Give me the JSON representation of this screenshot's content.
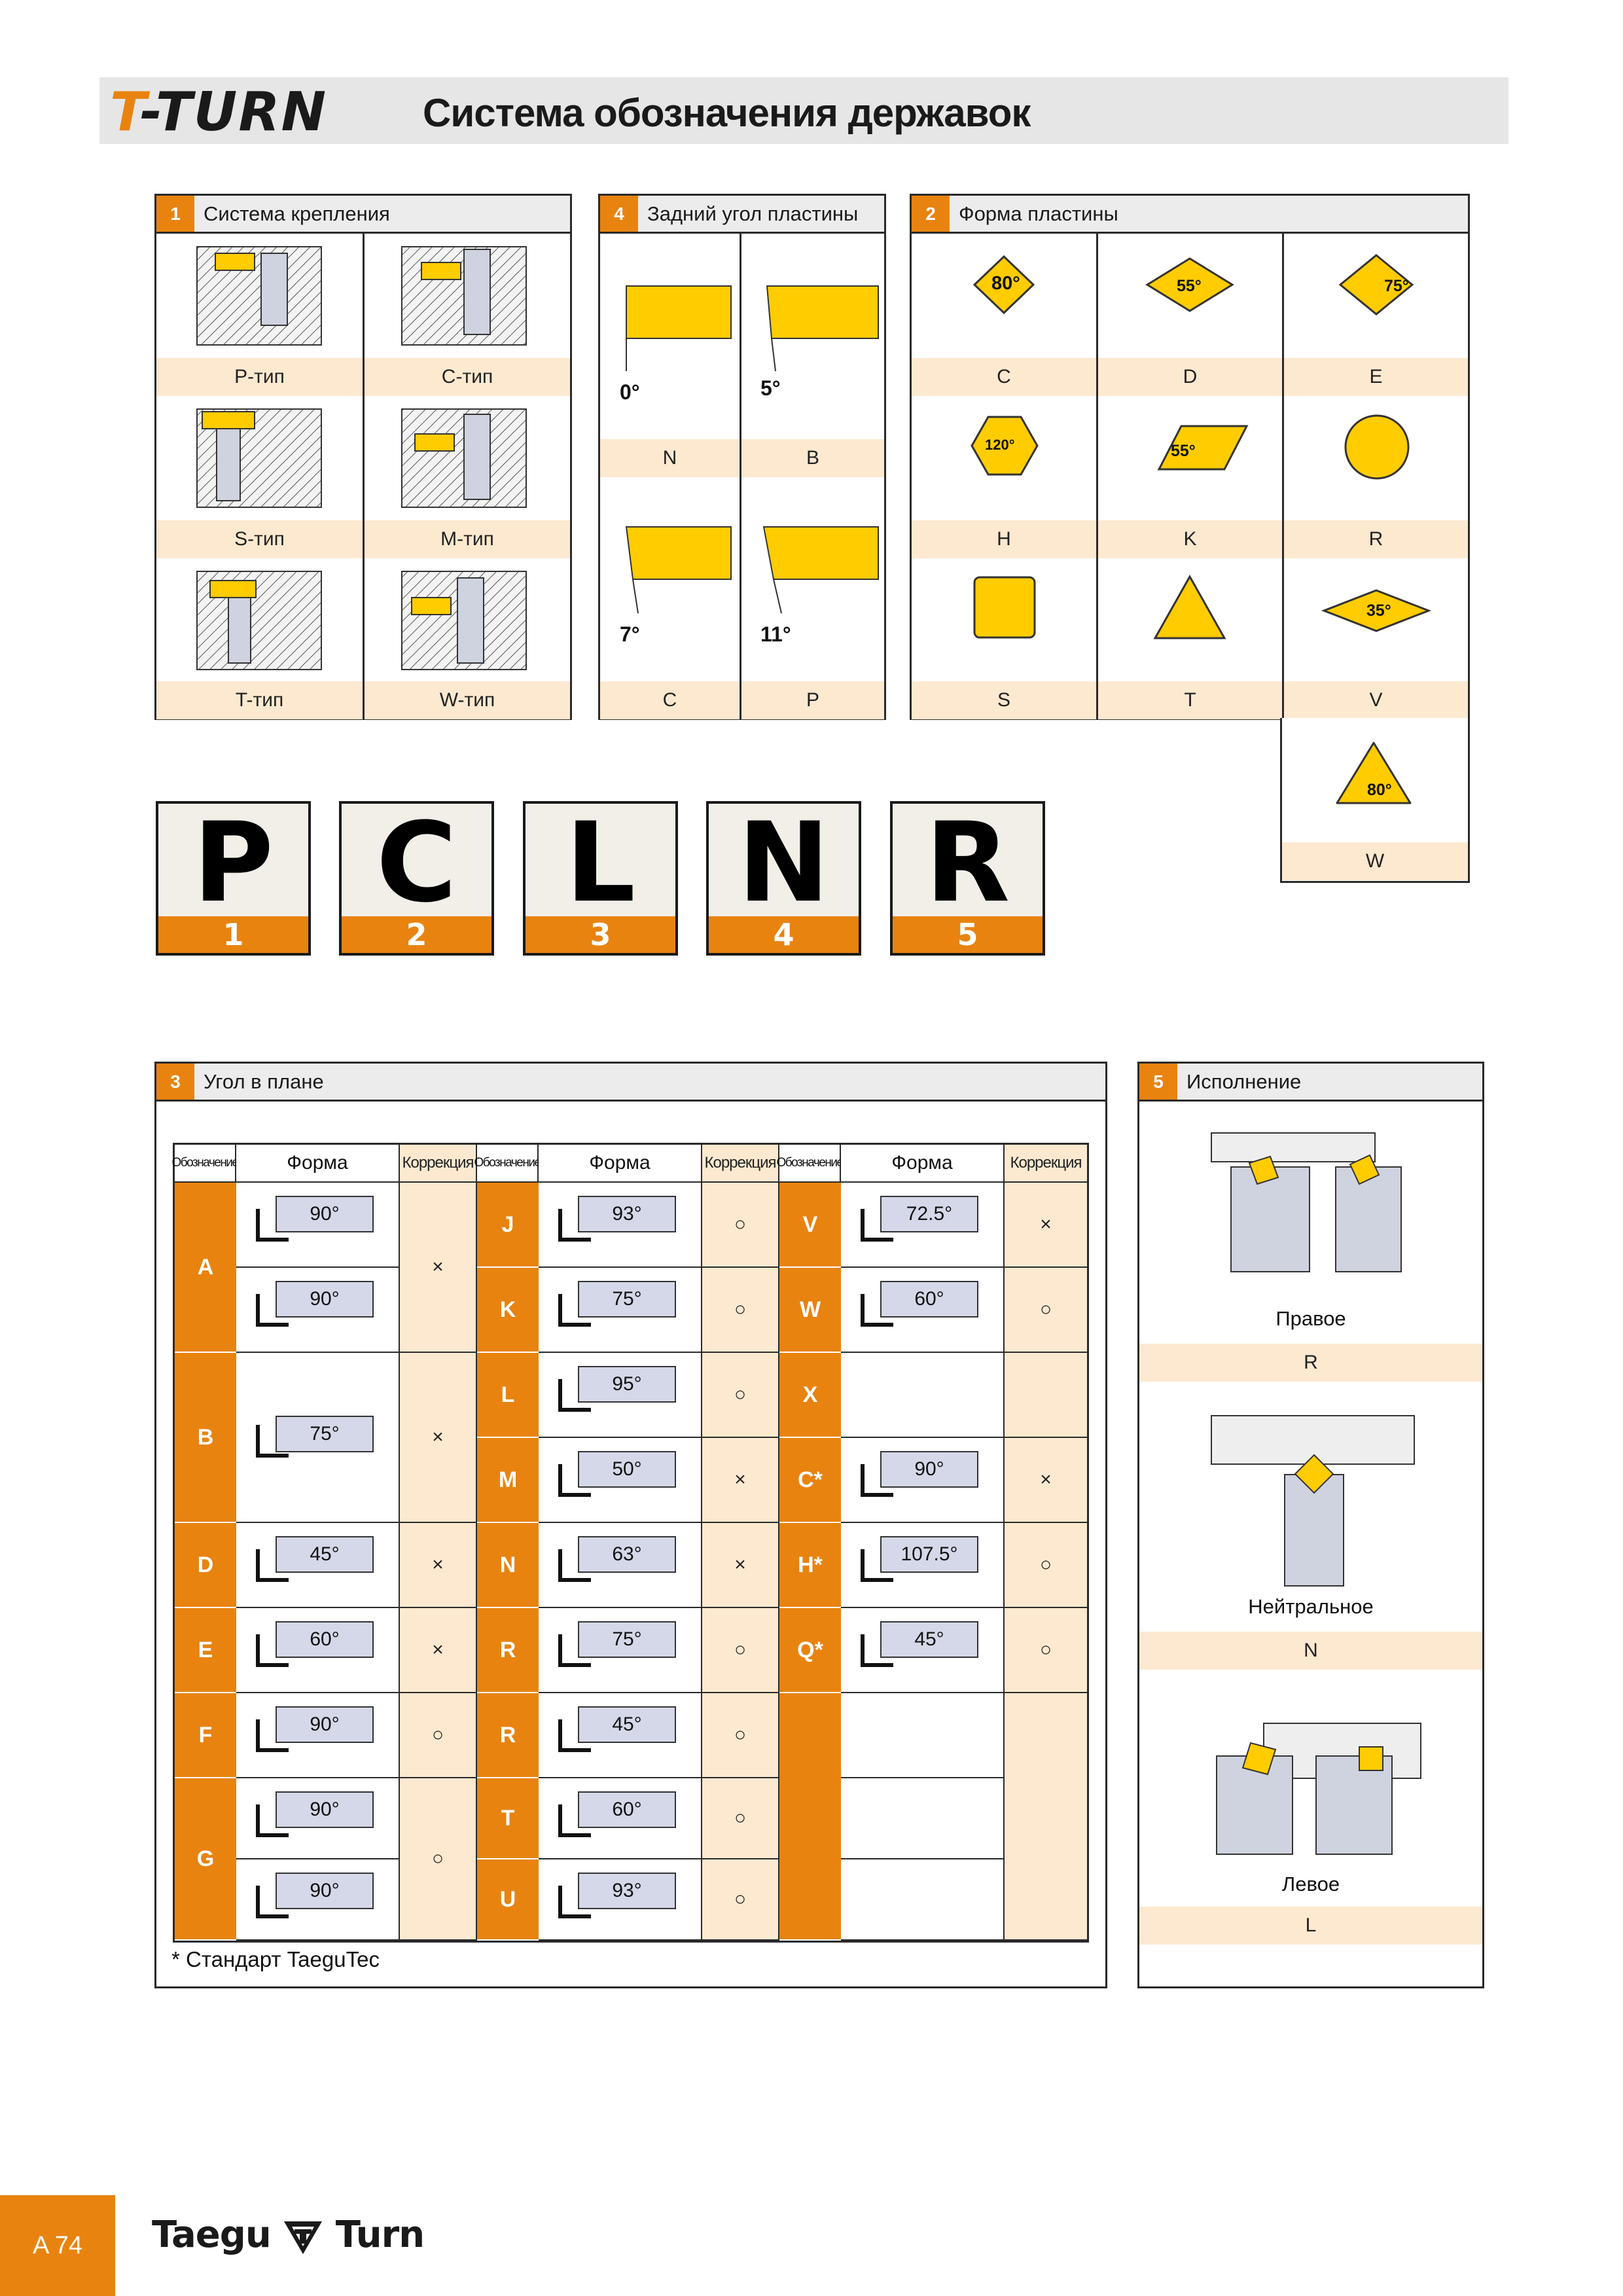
{
  "header": {
    "brand": "T-TURN",
    "title": "Система обозначения державок"
  },
  "section1": {
    "num": "1",
    "title": "Система крепления",
    "types": [
      "P-тип",
      "C-тип",
      "S-тип",
      "M-тип",
      "T-тип",
      "W-тип"
    ]
  },
  "section4": {
    "num": "4",
    "title": "Задний угол пластины",
    "angles": [
      "0°",
      "5°",
      "7°",
      "11°"
    ],
    "codes": [
      "N",
      "B",
      "C",
      "P"
    ]
  },
  "section2": {
    "num": "2",
    "title": "Форма пластины",
    "shape_angles": [
      "80°",
      "55°",
      "75°",
      "120°",
      "55°",
      "35°",
      "80°"
    ],
    "codes": [
      "C",
      "D",
      "E",
      "H",
      "K",
      "R",
      "S",
      "T",
      "V",
      "W"
    ]
  },
  "code_boxes": {
    "letters": [
      "P",
      "C",
      "L",
      "N",
      "R"
    ],
    "positions": [
      "1",
      "2",
      "3",
      "4",
      "5"
    ]
  },
  "section3": {
    "num": "3",
    "title": "Угол в плане",
    "headers": {
      "designation": "Обозначение",
      "shape": "Форма",
      "correction": "Коррекция"
    },
    "col1": [
      {
        "code": "A",
        "angles": [
          "90°",
          "90°"
        ],
        "corr": "×"
      },
      {
        "code": "B",
        "angles": [
          "75°"
        ],
        "corr": "×"
      },
      {
        "code": "D",
        "angles": [
          "45°"
        ],
        "corr": "×"
      },
      {
        "code": "E",
        "angles": [
          "60°"
        ],
        "corr": "×"
      },
      {
        "code": "F",
        "angles": [
          "90°"
        ],
        "corr": "○"
      },
      {
        "code": "G",
        "angles": [
          "90°",
          "90°"
        ],
        "corr": "○"
      }
    ],
    "col2": [
      {
        "code": "J",
        "angle": "93°",
        "corr": "○"
      },
      {
        "code": "K",
        "angle": "75°",
        "corr": "○"
      },
      {
        "code": "L",
        "angle": "95°",
        "corr": "○"
      },
      {
        "code": "M",
        "angle": "50°",
        "corr": "×"
      },
      {
        "code": "N",
        "angle": "63°",
        "corr": "×"
      },
      {
        "code": "R",
        "angle": "75°",
        "corr": "○"
      },
      {
        "code": "R",
        "angle": "45°",
        "corr": "○"
      },
      {
        "code": "T",
        "angle": "60°",
        "corr": "○"
      },
      {
        "code": "U",
        "angle": "93°",
        "corr": "○"
      }
    ],
    "col3": [
      {
        "code": "V",
        "angle": "72.5°",
        "corr": "×"
      },
      {
        "code": "W",
        "angle": "60°",
        "corr": "○"
      },
      {
        "code": "X",
        "angle": "",
        "corr": ""
      },
      {
        "code": "C*",
        "angle": "90°",
        "corr": "×"
      },
      {
        "code": "H*",
        "angle": "107.5°",
        "corr": "○"
      },
      {
        "code": "Q*",
        "angle": "45°",
        "corr": "○"
      },
      {
        "code": "",
        "angle": "",
        "corr": ""
      },
      {
        "code": "",
        "angle": "",
        "corr": ""
      },
      {
        "code": "",
        "angle": "",
        "corr": ""
      }
    ],
    "footnote": "* Стандарт TaeguTec"
  },
  "section5": {
    "num": "5",
    "title": "Исполнение",
    "items": [
      {
        "name": "Правое",
        "code": "R"
      },
      {
        "name": "Нейтральное",
        "code": "N"
      },
      {
        "name": "Левое",
        "code": "L"
      }
    ]
  },
  "footer": {
    "page": "A 74",
    "logo_left": "Taegu",
    "logo_right": "Turn"
  },
  "colors": {
    "accent": "#e8830f",
    "insert": "#ffcc00",
    "light": "#fde9d0",
    "holder": "#d4d8e8"
  }
}
